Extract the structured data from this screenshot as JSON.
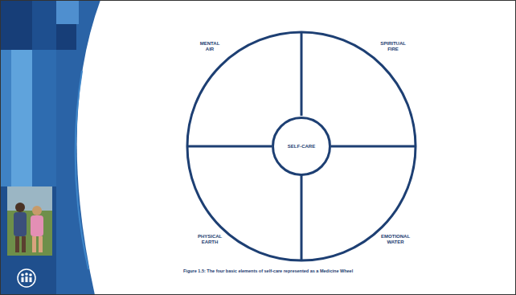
{
  "diagram": {
    "caption": "Figure 1.5: The four basic elements of self-care represented as a Medicine Wheel",
    "nodes": [
      {
        "text": [
          "SELF-CARE"
        ]
      }
    ],
    "labels": [
      "MENTAL AIR",
      "SPIRITUAL FIRE",
      "PHYSICAL EARTH",
      "EMOTIONAL WATER"
    ]
  }
}
